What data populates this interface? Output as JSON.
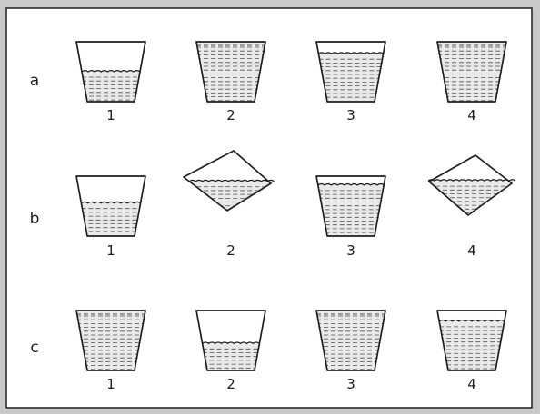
{
  "rows": [
    {
      "label": "a",
      "items": [
        {
          "number": "1",
          "fill_level": 0.5,
          "tilt": "upright"
        },
        {
          "number": "2",
          "fill_level": 1.0,
          "tilt": "upright"
        },
        {
          "number": "3",
          "fill_level": 0.8,
          "tilt": "upright"
        },
        {
          "number": "4",
          "fill_level": 1.0,
          "tilt": "upright"
        }
      ]
    },
    {
      "label": "b",
      "items": [
        {
          "number": "1",
          "fill_level": 0.55,
          "tilt": "upright"
        },
        {
          "number": "2",
          "fill_level": 0.5,
          "tilt": "tilted-right"
        },
        {
          "number": "3",
          "fill_level": 0.85,
          "tilt": "upright"
        },
        {
          "number": "4",
          "fill_level": 0.45,
          "tilt": "tilted-left"
        }
      ]
    },
    {
      "label": "c",
      "items": [
        {
          "number": "1",
          "fill_level": 1.0,
          "tilt": "upright"
        },
        {
          "number": "2",
          "fill_level": 0.45,
          "tilt": "upright"
        },
        {
          "number": "3",
          "fill_level": 1.0,
          "tilt": "upright"
        },
        {
          "number": "4",
          "fill_level": 0.82,
          "tilt": "upright"
        }
      ]
    }
  ],
  "colors": {
    "background": "#c9c9c9",
    "panel": "#ffffff",
    "ink": "#1e1e1e",
    "liquid": "#e9e9e9"
  }
}
